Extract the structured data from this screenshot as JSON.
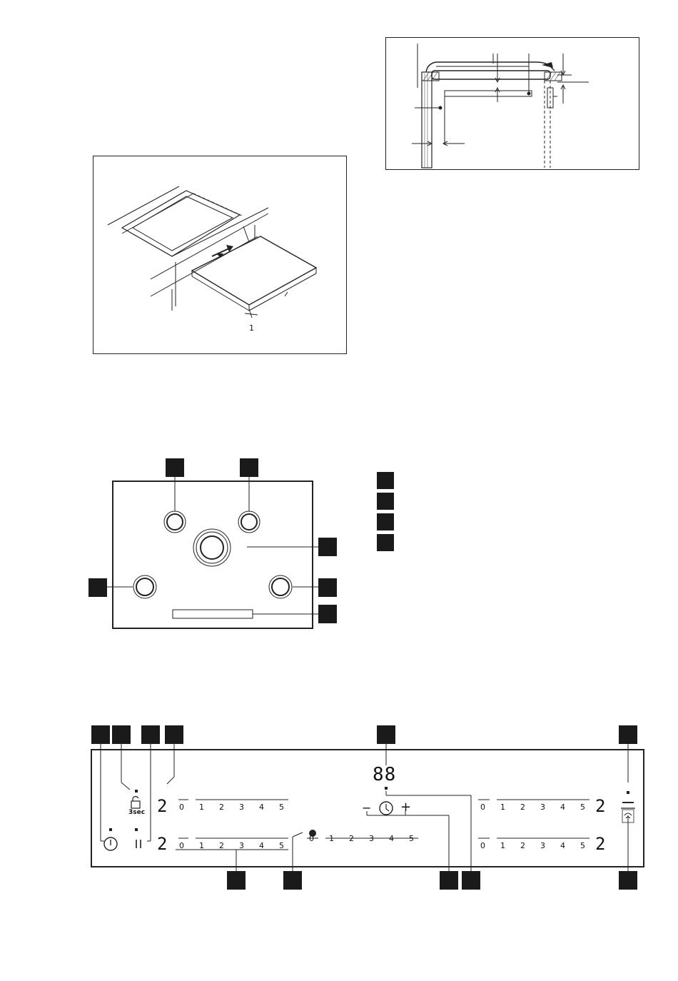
{
  "installation_side": {
    "callout_label": "1"
  },
  "cooktop_layout": {
    "legend_count": 4
  },
  "control_panel": {
    "display_value": "88",
    "power_level_display": "2",
    "lock_duration_label": "3sec",
    "scale_labels": [
      "0",
      "1",
      "2",
      "3",
      "4",
      "5"
    ],
    "timer_minus": "−",
    "timer_plus": "+",
    "icons": {
      "power": "power-icon",
      "lock": "lock-icon",
      "pause": "pause-icon",
      "timer": "timer-icon",
      "hob2hood": "hob2hood-icon",
      "bridge": "bridge-dot-icon"
    }
  }
}
